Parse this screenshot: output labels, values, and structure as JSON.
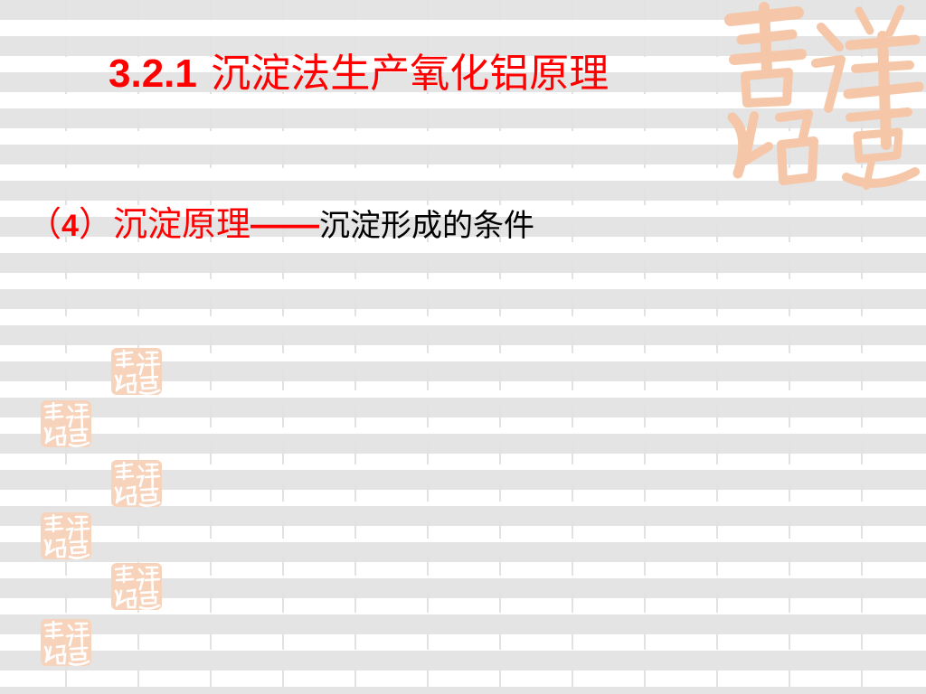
{
  "slide": {
    "title_number": "3.2.1",
    "title_text": "沉淀法生产氧化铝原理",
    "subtitle_open": "（",
    "subtitle_number": "4",
    "subtitle_close": "）",
    "subtitle_red": "沉淀原理",
    "subtitle_dash": "——",
    "subtitle_black": "沉淀形成的条件"
  },
  "theme": {
    "title_color": "#ff0000",
    "seal_color": "#f5c7a8",
    "grid_color": "#e2e2e2"
  },
  "decorations": {
    "large_seal_icon": "auspicious-calligraphy-seal",
    "small_seal_icon": "auspicious-calligraphy-seal"
  }
}
